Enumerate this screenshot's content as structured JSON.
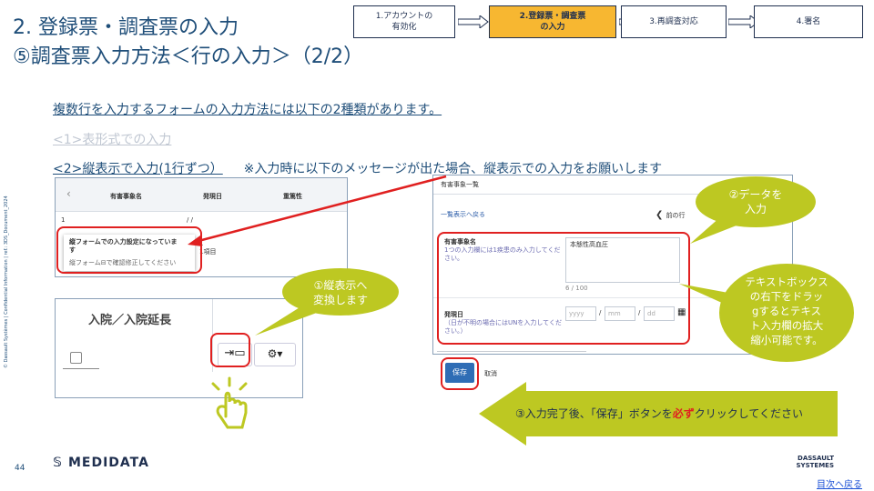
{
  "title": {
    "line1": "2. 登録票・調査票の入力",
    "line2": "⑤調査票入力方法＜行の入力＞（2/2）"
  },
  "steps": [
    {
      "label": "1.アカウントの\n有効化"
    },
    {
      "label": "2.登録票・調査票\nの入力"
    },
    {
      "label": "3.再調査対応"
    },
    {
      "label": "4.署名"
    }
  ],
  "body": {
    "intro": "複数行を入力するフォームの入力方法には以下の2種類があります。",
    "option1": "<1>表形式での入力",
    "option2": "<2>縦表示で入力(1行ずつ）",
    "note": "※入力時に以下のメッセージが出た場合、縦表示での入力をお願いします"
  },
  "panel_left_top": {
    "col_name": "有害事象名",
    "col_date": "発現日",
    "col_severity": "重篤性",
    "row_number": "1",
    "date_sep": "/    /",
    "popup_title": "縦フォームでの入力設定になっていま\nす",
    "popup_text": "縦フォーム",
    "popup_text2": "で確認修正してください",
    "side_vals": "1\n1項目"
  },
  "panel_left_bottom": {
    "header": "入院／入院延長"
  },
  "panel_right": {
    "header": "有害事象一覧",
    "back_link": "一覧表示へ戻る",
    "prev_row": "前の行",
    "field1_label": "有害事象名",
    "field1_hint": "1つの入力欄には1疾患のみ入力してください。",
    "field1_value": "本態性高血圧",
    "field1_counter": "6 / 100",
    "field2_label": "発現日",
    "field2_hint": "（日が不明の場合にはUNを入力してください。）",
    "date_yyyy": "yyyy",
    "date_mm": "mm",
    "date_dd": "dd",
    "save": "保存",
    "cancel": "取消"
  },
  "callouts": {
    "c1": "①縦表示へ\n変換します",
    "c2": "②データを\n入力",
    "c3_pre": "③入力完了後、「保存」ボタンを",
    "c3_em": "必ず",
    "c3_post": "クリックしてください",
    "c4": "テキストボックス\nの右下をドラッ\ngするとテキス\nト入力欄の拡大\n縮小可能です。"
  },
  "side_note": "© Dassault Systèmes | Confidential Information | ref.: 3DS_Document_2024",
  "footer": {
    "page_number": "44",
    "medidata": "MEDIDATA",
    "dassault": "DASSAULT\nSYSTEMES",
    "next_link": "目次へ戻る"
  },
  "colors": {
    "title": "#1f4e79",
    "active_step": "#f7b731",
    "callout": "#bdc822",
    "highlight": "#e02020"
  }
}
